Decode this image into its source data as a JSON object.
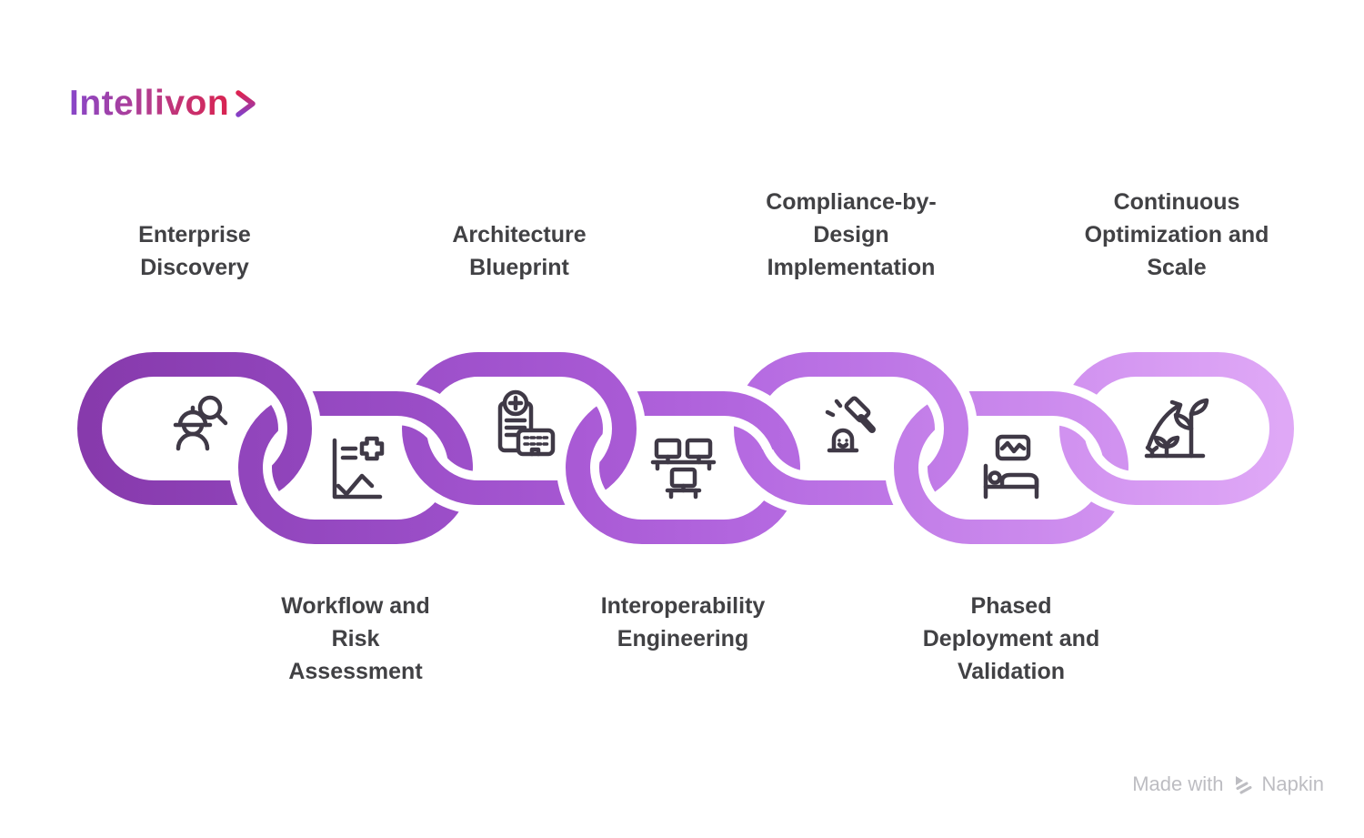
{
  "brand": {
    "name": "Intellivon",
    "gradient_start": "#8847C9",
    "gradient_end": "#D92350",
    "chevron_colors": [
      "#DE2350",
      "#8440C8"
    ]
  },
  "diagram": {
    "label_color": "#414144",
    "icon_color": "#3F3946",
    "chain_halo_color": "#FFFFFF",
    "steps": [
      {
        "label": "Enterprise\nDiscovery",
        "icon": "engineer-search-icon",
        "label_position": "top",
        "ring_colors": [
          "#873AAC",
          "#9145BC"
        ]
      },
      {
        "label": "Workflow and\nRisk\nAssessment",
        "icon": "risk-chart-icon",
        "label_position": "bottom",
        "ring_colors": [
          "#9145BC",
          "#9C4FC9"
        ]
      },
      {
        "label": "Architecture\nBlueprint",
        "icon": "medical-blueprint-icon",
        "label_position": "top",
        "ring_colors": [
          "#9C4FC9",
          "#A95AD5"
        ]
      },
      {
        "label": "Interoperability\nEngineering",
        "icon": "workstations-icon",
        "label_position": "bottom",
        "ring_colors": [
          "#A95AD5",
          "#B56AE1"
        ]
      },
      {
        "label": "Compliance-by-\nDesign\nImplementation",
        "icon": "gavel-compliance-icon",
        "label_position": "top",
        "ring_colors": [
          "#B56AE1",
          "#C27DE8"
        ]
      },
      {
        "label": "Phased\nDeployment and\nValidation",
        "icon": "hospital-bed-icon",
        "label_position": "bottom",
        "ring_colors": [
          "#C27DE8",
          "#D192F0"
        ]
      },
      {
        "label": "Continuous\nOptimization and\nScale",
        "icon": "growth-plant-icon",
        "label_position": "top",
        "ring_colors": [
          "#D192F0",
          "#DFA8F6"
        ]
      }
    ]
  },
  "attribution": {
    "prefix": "Made with",
    "brand": "Napkin",
    "color": "#BDBDC2"
  }
}
